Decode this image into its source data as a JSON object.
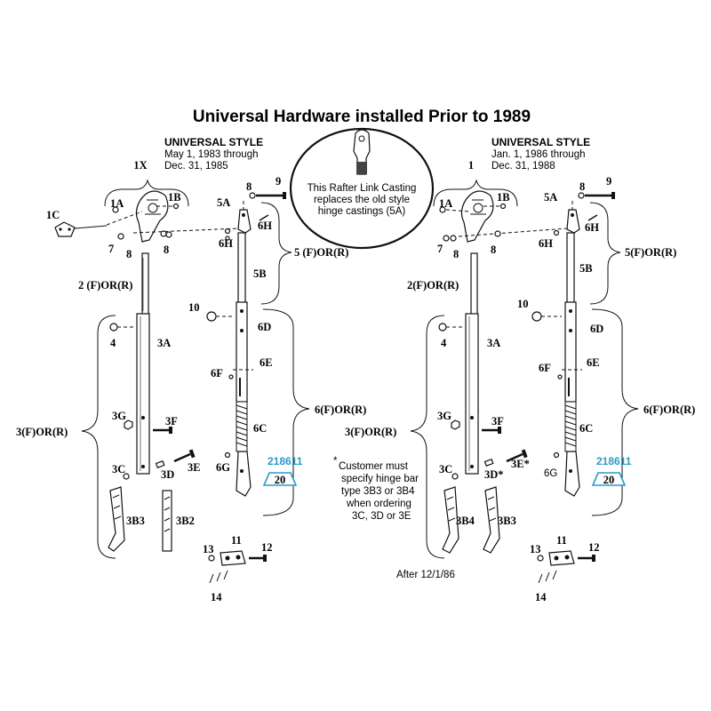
{
  "title": "Universal Hardware installed Prior to 1989",
  "callout": {
    "line1": "This Rafter Link Casting",
    "line2": "replaces the old style",
    "line3": "hinge castings (5A)"
  },
  "left": {
    "style_title": "UNIVERSAL STYLE",
    "date1": "May 1, 1983  through",
    "date2": "Dec. 31, 1985",
    "labels": {
      "l1x": "1X",
      "l1a": "1A",
      "l1b": "1B",
      "l1c": "1C",
      "l7": "7",
      "l8a": "8",
      "l8b": "8",
      "l2": "2 (F)OR(R)",
      "l4": "4",
      "l3a": "3A",
      "l3g": "3G",
      "l3f": "3F",
      "l3": "3(F)OR(R)",
      "l3c": "3C",
      "l3d": "3D",
      "l3e": "3E",
      "l3b3": "3B3",
      "l3b2": "3B2",
      "l8c": "8",
      "l9": "9",
      "l5a": "5A",
      "l6h1": "6H",
      "l6h2": "6H",
      "l5": "5 (F)OR(R)",
      "l5b": "5B",
      "l10": "10",
      "l6d": "6D",
      "l6f": "6F",
      "l6e": "6E",
      "l6": "6(F)OR(R)",
      "l6c": "6C",
      "l6g": "6G",
      "l11": "11",
      "l12": "12",
      "l13": "13",
      "l14": "14"
    },
    "part_no": "218611",
    "tag_no": "20"
  },
  "right": {
    "style_title": "UNIVERSAL STYLE",
    "date1": "Jan. 1, 1986  through",
    "date2": "Dec. 31, 1988",
    "labels": {
      "l1": "1",
      "l1a": "1A",
      "l1b": "1B",
      "l7": "7",
      "l8a": "8",
      "l8b": "8",
      "l2": "2(F)OR(R)",
      "l4": "4",
      "l3a": "3A",
      "l3g": "3G",
      "l3f": "3F",
      "l3": "3(F)OR(R)",
      "l3c": "3C",
      "l3d": "3D*",
      "l3e": "3E*",
      "l3b4": "3B4",
      "l3b3": "3B3",
      "l8c": "8",
      "l9": "9",
      "l5a": "5A",
      "l6h1": "6H",
      "l6h2": "6H",
      "l5": "5(F)OR(R)",
      "l5b": "5B",
      "l10": "10",
      "l6d": "6D",
      "l6f": "6F",
      "l6e": "6E",
      "l6": "6(F)OR(R)",
      "l6c": "6C",
      "l6g": "6G",
      "l11": "11",
      "l12": "12",
      "l13": "13",
      "l14": "14"
    },
    "part_no": "218611",
    "tag_no": "20",
    "after_note": "After 12/1/86"
  },
  "note": {
    "star": "*",
    "line1": "Customer must",
    "line2": "specify hinge bar",
    "line3": "type 3B3 or 3B4",
    "line4": "when ordering",
    "line5": "3C, 3D or 3E"
  },
  "colors": {
    "accent": "#2a9ac9",
    "ink": "#111111"
  }
}
